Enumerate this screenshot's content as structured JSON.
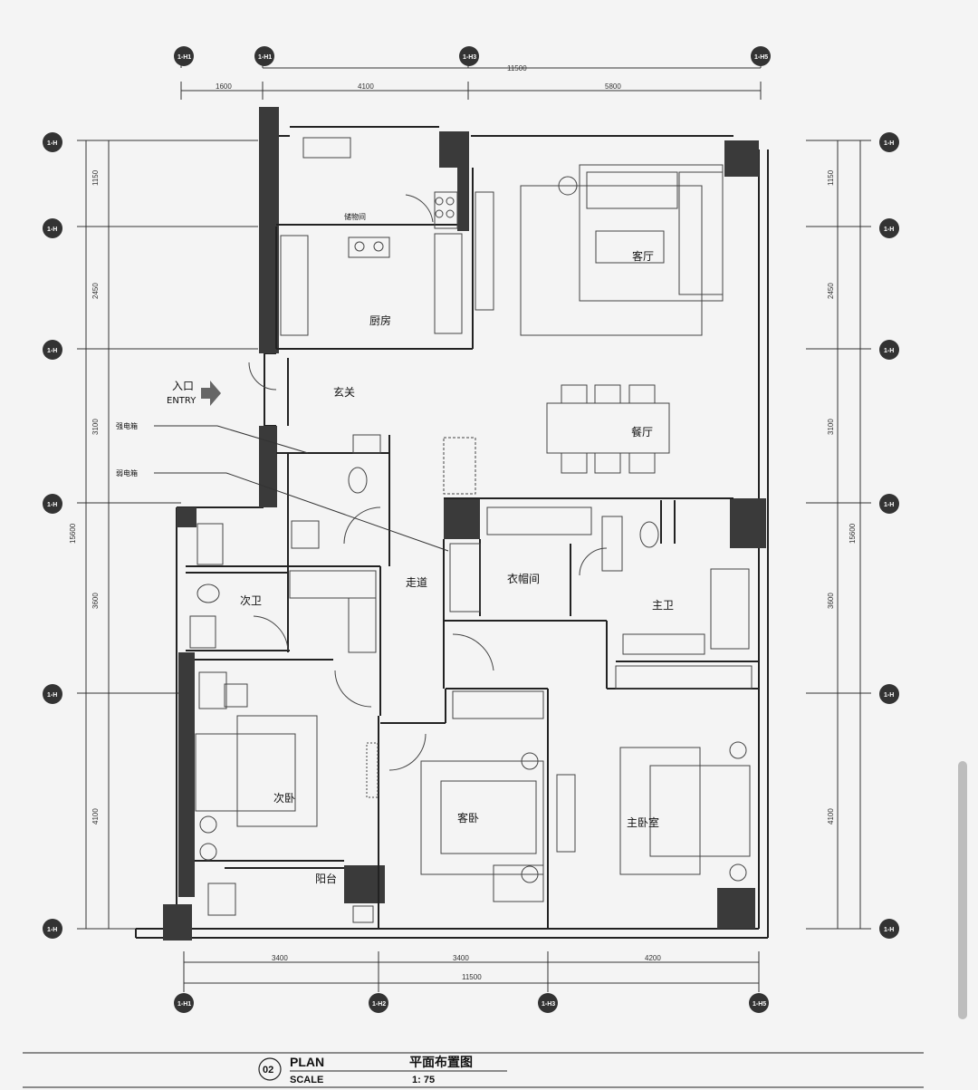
{
  "dimensions": {
    "top_total": "11500",
    "top_segments": [
      "1600",
      "4100",
      "5800"
    ],
    "bottom_total": "11500",
    "bottom_segments": [
      "3400",
      "3400",
      "4200"
    ],
    "side_total": "15600",
    "side_segments": [
      "1150",
      "2450",
      "3100",
      "3600",
      "4100"
    ]
  },
  "grid_axes": {
    "top": [
      "1-H1",
      "1-H1",
      "1-H3",
      "1-H5"
    ],
    "bottom": [
      "1-H1",
      "1-H2",
      "1-H3",
      "1-H5"
    ],
    "left": [
      "1-H",
      "1-H",
      "1-H",
      "1-H",
      "1-H",
      "1-H"
    ],
    "right": [
      "1-H",
      "1-H",
      "1-H",
      "1-H",
      "1-H",
      "1-H"
    ]
  },
  "rooms": {
    "living": "客厅",
    "kitchen": "厨房",
    "utility": "储物间",
    "foyer": "玄关",
    "dining": "餐厅",
    "corridor": "走道",
    "walkin": "衣帽间",
    "master_bath": "主卫",
    "second_bath": "次卫",
    "second_bedroom": "次卧",
    "guest_bedroom": "客卧",
    "master_bedroom": "主卧室",
    "balcony": "阳台"
  },
  "entry": {
    "cn": "入口",
    "en": "ENTRY"
  },
  "callouts": {
    "strong_box": "强电箱",
    "weak_box": "弱电箱"
  },
  "title_block": {
    "number": "02",
    "plan": "PLAN",
    "scale_label": "SCALE",
    "title_cn": "平面布置图",
    "scale_value": "1: 75"
  }
}
